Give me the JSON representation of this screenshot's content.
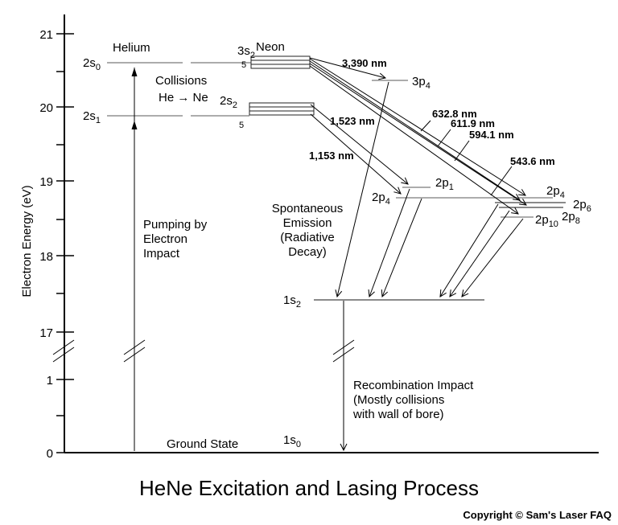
{
  "diagram": {
    "title": "HeNe Excitation and Lasing Process",
    "copyright": "Copyright © Sam's Laser FAQ",
    "y_axis": {
      "label": "Electron Energy (eV)",
      "ticks": [
        "21",
        "20",
        "19",
        "18",
        "17",
        "1",
        "0"
      ]
    },
    "annotations": {
      "helium": "Helium",
      "neon": "Neon",
      "collisions_1": "Collisions",
      "collisions_2": "He → Ne",
      "pumping_1": "Pumping by",
      "pumping_2": "Electron",
      "pumping_3": "Impact",
      "spont_1": "Spontaneous",
      "spont_2": "Emission",
      "spont_3": "(Radiative",
      "spont_4": "Decay)",
      "recomb_1": "Recombination Impact",
      "recomb_2": "(Mostly collisions",
      "recomb_3": "with wall of bore)",
      "ground_state": "Ground State"
    },
    "levels": {
      "he_2s0": {
        "base": "2s",
        "sub": "0"
      },
      "he_2s1": {
        "base": "2s",
        "sub": "1"
      },
      "ne_3s2": {
        "base": "3s",
        "sub": "2",
        "sub2": "5"
      },
      "ne_2s2": {
        "base": "2s",
        "sub": "2",
        "sub2": "5"
      },
      "ne_3p4": {
        "base": "3p",
        "sub": "4"
      },
      "ne_2p1": {
        "base": "2p",
        "sub": "1"
      },
      "ne_2p4_left": {
        "base": "2p",
        "sub": "4"
      },
      "ne_2p4_right": {
        "base": "2p",
        "sub": "4"
      },
      "ne_2p6": {
        "base": "2p",
        "sub": "6"
      },
      "ne_2p8": {
        "base": "2p",
        "sub": "8"
      },
      "ne_2p10": {
        "base": "2p",
        "sub": "10"
      },
      "ne_1s2": {
        "base": "1s",
        "sub": "2"
      },
      "ne_1s0": {
        "base": "1s",
        "sub": "0"
      }
    },
    "wavelengths": {
      "nm3390": {
        "text": "3,390 nm",
        "color": "#000000"
      },
      "nm1523": {
        "text": "1,523 nm",
        "color": "#990000"
      },
      "nm1153": {
        "text": "1,153 nm",
        "color": "#996600"
      },
      "nm6328": {
        "text": "632.8 nm",
        "color": "#FF0000"
      },
      "nm6119": {
        "text": "611.9 nm",
        "color": "#FF9955"
      },
      "nm5941": {
        "text": "594.1 nm",
        "color": "#E6E600"
      },
      "nm5436": {
        "text": "543.6 nm",
        "color": "#00CC00"
      }
    }
  }
}
